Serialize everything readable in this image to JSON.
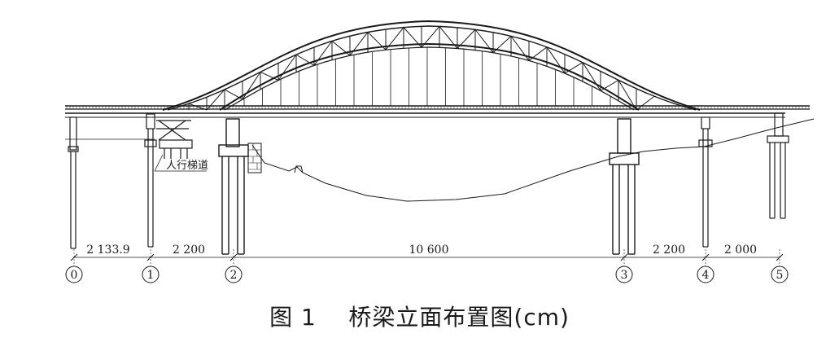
{
  "figure": {
    "number": "图 1",
    "title": "桥梁立面布置图(cm)"
  },
  "labels": {
    "stair": "人行梯道"
  },
  "spans": [
    "2 133.9",
    "2 200",
    "10 600",
    "2 200",
    "2 000"
  ],
  "axes": [
    "0",
    "1",
    "2",
    "3",
    "4",
    "5"
  ],
  "colors": {
    "ink": "#1a1a1a",
    "background": "#ffffff"
  }
}
